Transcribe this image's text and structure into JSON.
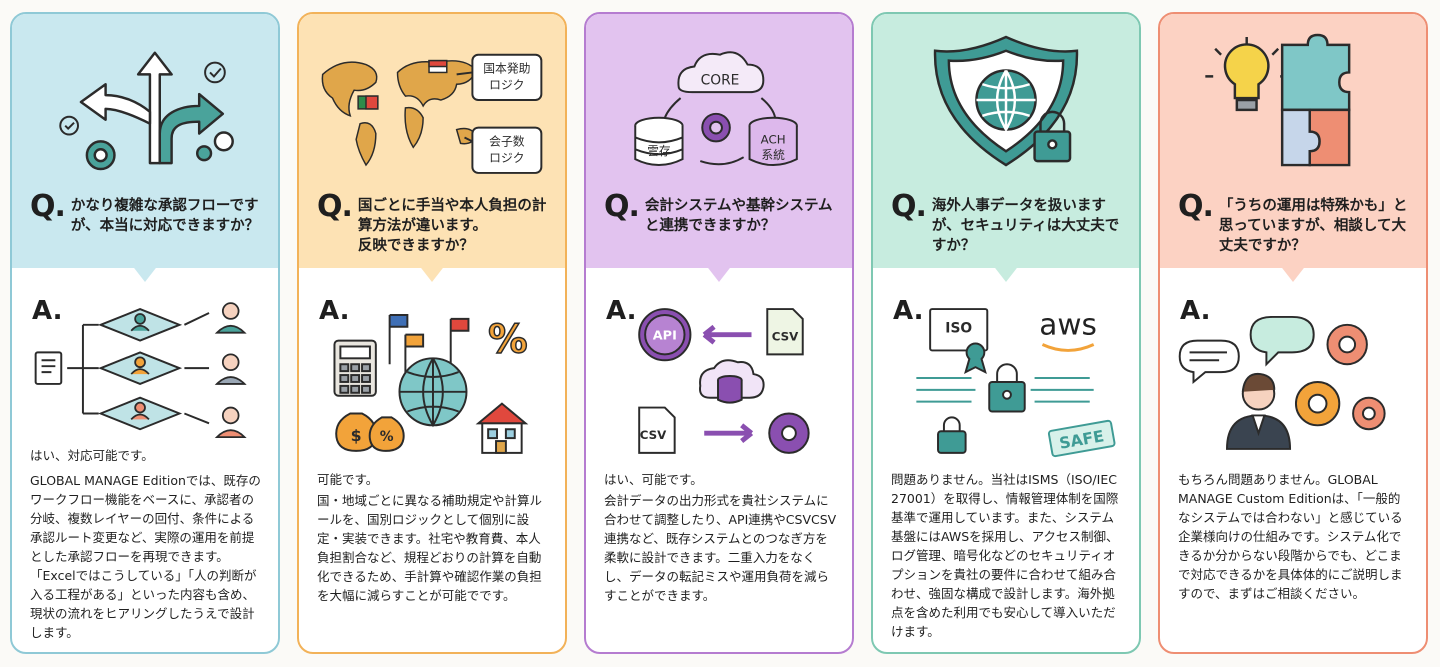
{
  "cards": [
    {
      "q_mark": "Q.",
      "question": "かなり複雑な承認フローですが、本当に対応できますか？",
      "a_mark": "A.",
      "answer_lead": "はい、対応可能です。",
      "answer_body": "GLOBAL MANAGE Editionでは、既存のワークフロー機能をベースに、承認者の分岐、複数レイヤーの回付、条件による承認ルート変更など、実際の運用を前提とした承認フローを再現できます。「Excelではこうしている」「人の判断が入る工程がある」といった内容も含め、現状の流れをヒアリングしたうえで設計します。"
    },
    {
      "q_mark": "Q.",
      "question": "国ごとに手当や本人負担の計算方法が違います。\n反映できますか？",
      "a_mark": "A.",
      "labels": [
        "国本発助\nロジク",
        "会子数\nロジク"
      ],
      "answer_lead": "可能です。",
      "answer_body": "国・地域ごとに異なる補助規定や計算ルールを、国別ロジックとして個別に設定・実装できます。社宅や教育費、本人負担割合など、規程どおりの計算を自動化できるため、手計算や確認作業の負担を大幅に減らすことが可能でです。"
    },
    {
      "q_mark": "Q.",
      "question": "会計システムや基幹システムと連携できますか？",
      "a_mark": "A.",
      "labels": [
        "CORE",
        "ACH\n系統",
        "雲存",
        "API",
        "CSV",
        "CSV"
      ],
      "answer_lead": "はい、可能です。",
      "answer_body": "会計データの出力形式を貴社システムに合わせて調整したり、API連携やCSVCSV連携など、既存システムとのつなぎ方を柔軟に設計できます。二重入力をなくし、データの転記ミスや運用負荷を減らすことができます。"
    },
    {
      "q_mark": "Q.",
      "question": "海外人事データを扱いますが、セキュリティは大丈夫ですか？",
      "a_mark": "A.",
      "labels": [
        "ISO",
        "aws",
        "SAFE"
      ],
      "answer_lead": "",
      "answer_body": "問題ありません。当社はISMS（ISO/IEC 27001）を取得し、情報管理体制を国際基準で運用しています。また、システム基盤にはAWSを採用し、アクセス制御、ログ管理、暗号化などのセキュリティオプションを貴社の要件に合わせて組み合わせ、強固な構成で設計します。海外拠点を含めた利用でも安心して導入いただけます。"
    },
    {
      "q_mark": "Q.",
      "question": "「うちの運用は特殊かも」と思っていますが、相談して大丈夫ですか？",
      "a_mark": "A.",
      "answer_lead": "",
      "answer_body": "もちろん問題ありません。GLOBAL MANAGE Custom Editionは、「一般的なシステムでは合わない」と感じている企業様向けの仕組みです。システム化できるか分からない段階からでも、どこまで対応できるかを具体体的にご説明しますので、まずはご相談ください。"
    }
  ],
  "colors": {
    "card1": "#c9e8ef",
    "card2": "#fde2b4",
    "card3": "#e2c3ef",
    "card4": "#c7ecdf",
    "card5": "#fcd2c3",
    "teal": "#3f9b95",
    "purple": "#8a4fb0",
    "orange": "#f2a33a"
  },
  "icons": [
    "branch-arrows-icon",
    "world-map-icon",
    "sync-cycle-icon",
    "shield-lock-icon",
    "lightbulb-puzzle-icon",
    "approval-flow-icon",
    "calculator-globe-icon",
    "api-csv-icon",
    "iso-aws-lock-icon",
    "consultant-gears-icon"
  ]
}
